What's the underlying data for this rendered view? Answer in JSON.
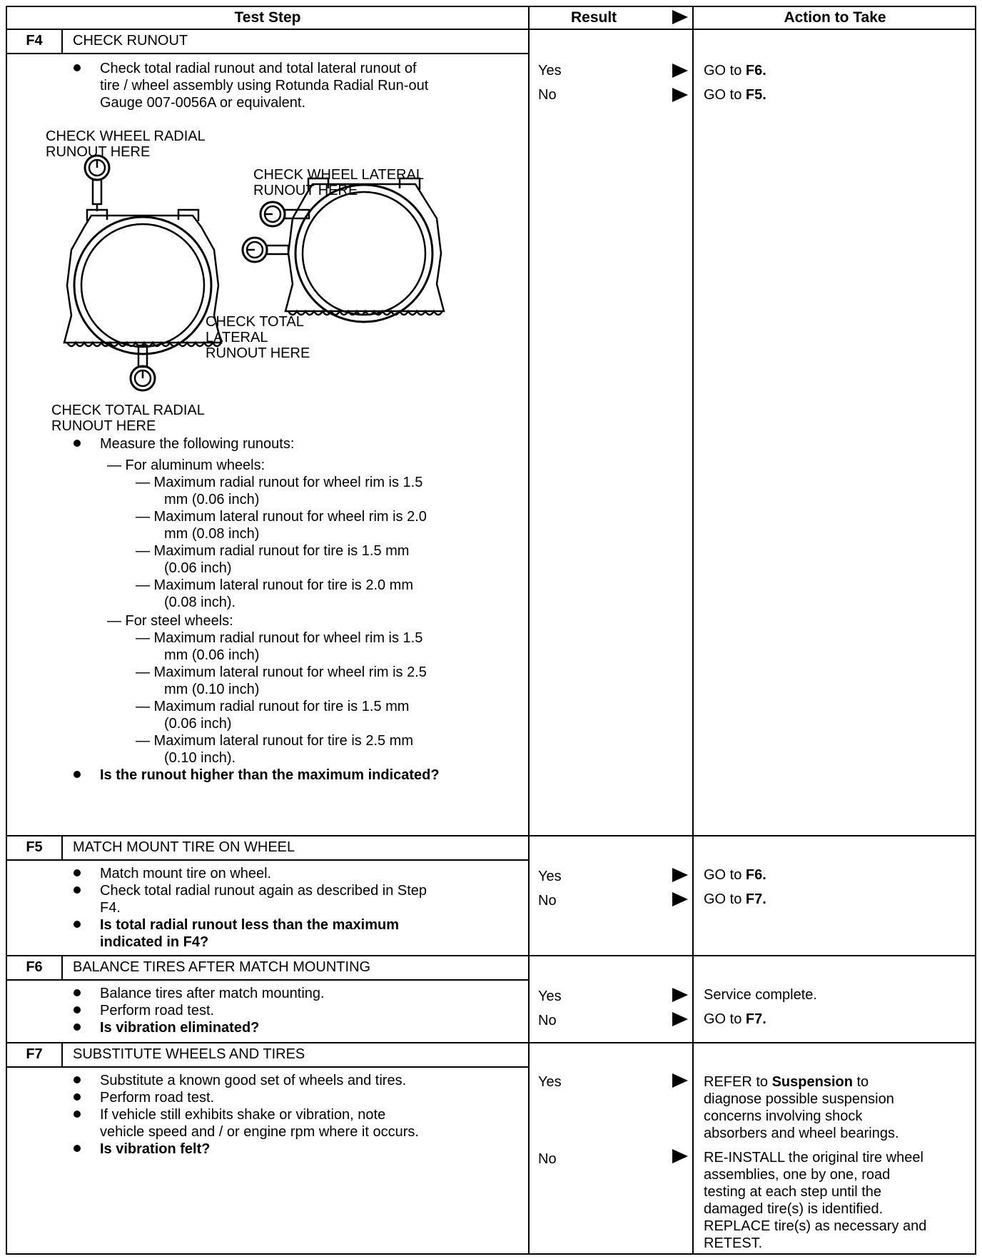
{
  "header": {
    "test_step": "Test Step",
    "result": "Result",
    "action": "Action to Take"
  },
  "steps": {
    "f4": {
      "id": "F4",
      "title": "CHECK RUNOUT",
      "bullet1": [
        "Check total radial runout and total lateral runout of",
        "tire / wheel assembly using Rotunda Radial Run-out",
        "Gauge 007-0056A or equivalent."
      ],
      "diagram": {
        "label_wheel_radial": [
          "CHECK WHEEL RADIAL",
          "RUNOUT HERE"
        ],
        "label_wheel_lateral": [
          "CHECK WHEEL LATERAL",
          "RUNOUT HERE"
        ],
        "label_total_lateral": [
          "CHECK TOTAL",
          "LATERAL",
          "RUNOUT HERE"
        ],
        "label_total_radial": [
          "CHECK TOTAL RADIAL",
          "RUNOUT HERE"
        ]
      },
      "bullet2": "Measure the following runouts:",
      "aluminum_heading": "— For aluminum wheels:",
      "aluminum_items": [
        [
          "— Maximum radial runout for wheel rim is 1.5",
          "mm (0.06 inch)"
        ],
        [
          "— Maximum lateral runout for wheel rim is 2.0",
          "mm (0.08 inch)"
        ],
        [
          "— Maximum radial runout for tire is 1.5 mm",
          "(0.06 inch)"
        ],
        [
          "— Maximum lateral runout for tire is 2.0 mm",
          "(0.08 inch)."
        ]
      ],
      "steel_heading": "— For steel wheels:",
      "steel_items": [
        [
          "— Maximum radial runout for wheel rim is 1.5",
          "mm (0.06 inch)"
        ],
        [
          "— Maximum lateral runout for wheel rim is 2.5",
          "mm (0.10 inch)"
        ],
        [
          "— Maximum radial runout for tire is 1.5 mm",
          "(0.06 inch)"
        ],
        [
          "— Maximum lateral runout for tire is 2.5 mm",
          "(0.10 inch)."
        ]
      ],
      "question": "Is the runout higher than the maximum indicated?",
      "results": [
        {
          "result": "Yes",
          "action_prefix": "GO to ",
          "action_bold": "F6."
        },
        {
          "result": "No",
          "action_prefix": "GO to ",
          "action_bold": "F5."
        }
      ]
    },
    "f5": {
      "id": "F5",
      "title": "MATCH MOUNT TIRE ON WHEEL",
      "bullet1": "Match mount tire on wheel.",
      "bullet2": [
        "Check total radial runout again as described in Step",
        "F4."
      ],
      "question": [
        "Is total radial runout less than the maximum",
        "indicated in F4?"
      ],
      "results": [
        {
          "result": "Yes",
          "action_prefix": "GO to ",
          "action_bold": "F6."
        },
        {
          "result": "No",
          "action_prefix": "GO to ",
          "action_bold": "F7."
        }
      ]
    },
    "f6": {
      "id": "F6",
      "title": "BALANCE TIRES AFTER MATCH MOUNTING",
      "bullet1": "Balance tires after match mounting.",
      "bullet2": "Perform road test.",
      "question": "Is vibration eliminated?",
      "results": [
        {
          "result": "Yes",
          "action": "Service complete."
        },
        {
          "result": "No",
          "action_prefix": "GO to ",
          "action_bold": "F7."
        }
      ]
    },
    "f7": {
      "id": "F7",
      "title": "SUBSTITUTE WHEELS AND TIRES",
      "bullet1": "Substitute a known good set of wheels and tires.",
      "bullet2": "Perform road test.",
      "bullet3": [
        "If vehicle still exhibits shake or vibration, note",
        "vehicle speed and / or engine rpm where it occurs."
      ],
      "question": "Is vibration felt?",
      "yes_result": "Yes",
      "yes_action": {
        "prefix": "REFER to ",
        "bold": "Suspension",
        "suffix": " to",
        "lines": [
          "diagnose possible suspension",
          "concerns involving shock",
          "absorbers and wheel bearings."
        ]
      },
      "no_result": "No",
      "no_action": [
        "RE-INSTALL the original tire wheel",
        "assemblies, one by one, road",
        "testing at each step until the",
        "damaged tire(s) is identified.",
        "REPLACE tire(s) as necessary and",
        "RETEST."
      ]
    }
  }
}
